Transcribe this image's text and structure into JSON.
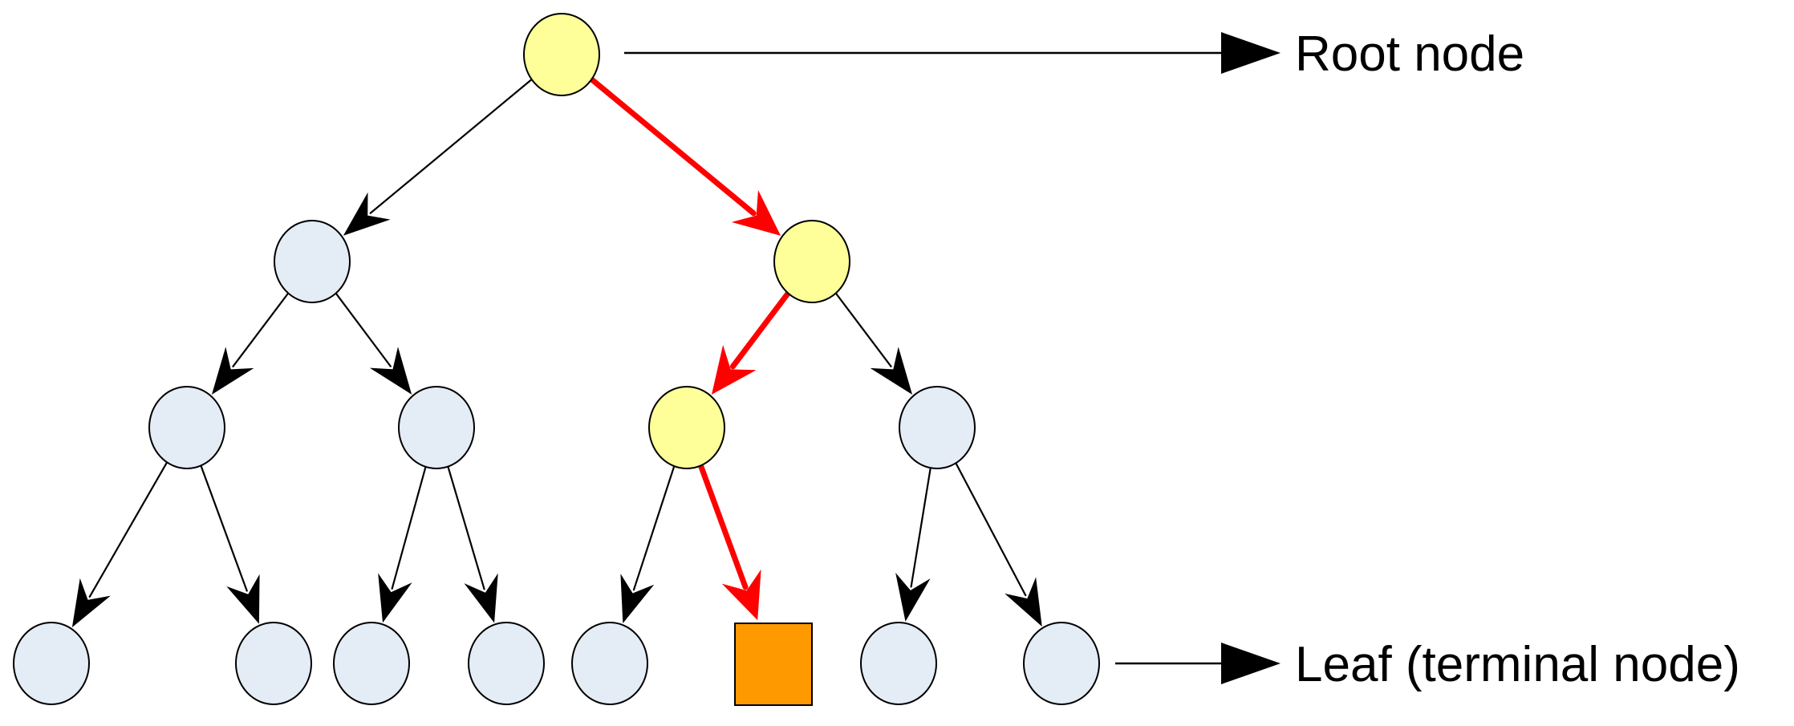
{
  "labels": {
    "root": "Root node",
    "leaf": "Leaf (terminal node)"
  },
  "colors": {
    "path_node_fill": "#ffff99",
    "default_node_fill": "#e4ecf5",
    "leaf_highlight_fill": "#ff9900",
    "node_stroke": "#000000",
    "path_edge": "#ff0000",
    "default_edge": "#000000"
  },
  "tree": {
    "depth_levels": 4,
    "leaf_count": 8,
    "highlighted_path": [
      "root",
      "right",
      "right-left",
      "right-left-right"
    ]
  }
}
